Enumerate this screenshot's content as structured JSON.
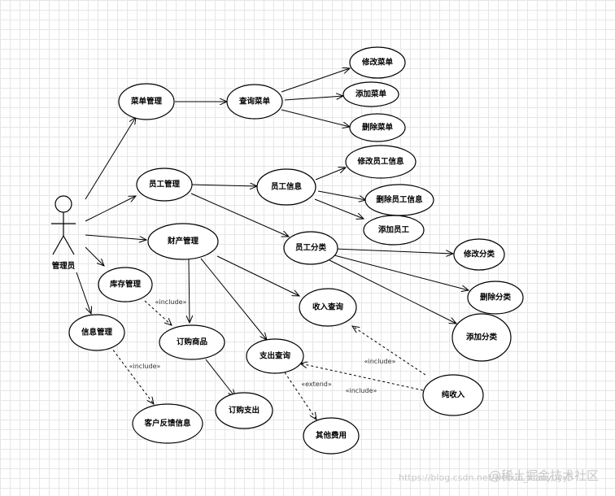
{
  "actor": {
    "label": "管理员"
  },
  "use_cases": {
    "menu_mgmt": "菜单管理",
    "query_menu": "查询菜单",
    "edit_menu": "修改菜单",
    "add_menu": "添加菜单",
    "delete_menu": "删除菜单",
    "staff_mgmt": "员工管理",
    "staff_info": "员工信息",
    "edit_staff": "修改员工信息",
    "delete_staff": "删除员工信息",
    "add_staff": "添加员工",
    "finance_mgmt": "财产管理",
    "staff_category": "员工分类",
    "edit_category": "修改分类",
    "delete_category": "删除分类",
    "add_category": "添加分类",
    "inventory_mgmt": "库存管理",
    "income_query": "收入查询",
    "purchase_goods": "订购商品",
    "expense_query": "支出查询",
    "info_mgmt": "信息管理",
    "net_income": "纯收入",
    "purchase_expense": "订购支出",
    "customer_feedback": "客户反馈信息",
    "other_costs": "其他费用"
  },
  "stereotypes": {
    "include_1": "«include»",
    "include_2": "«include»",
    "include_3": "«include»",
    "include_4": "«include»",
    "extend_1": "«extend»"
  },
  "watermark": {
    "url": "https://blog.csdn.net/weixin_xiaoyuyy3",
    "brand": "@稀土掘金技术社区"
  }
}
